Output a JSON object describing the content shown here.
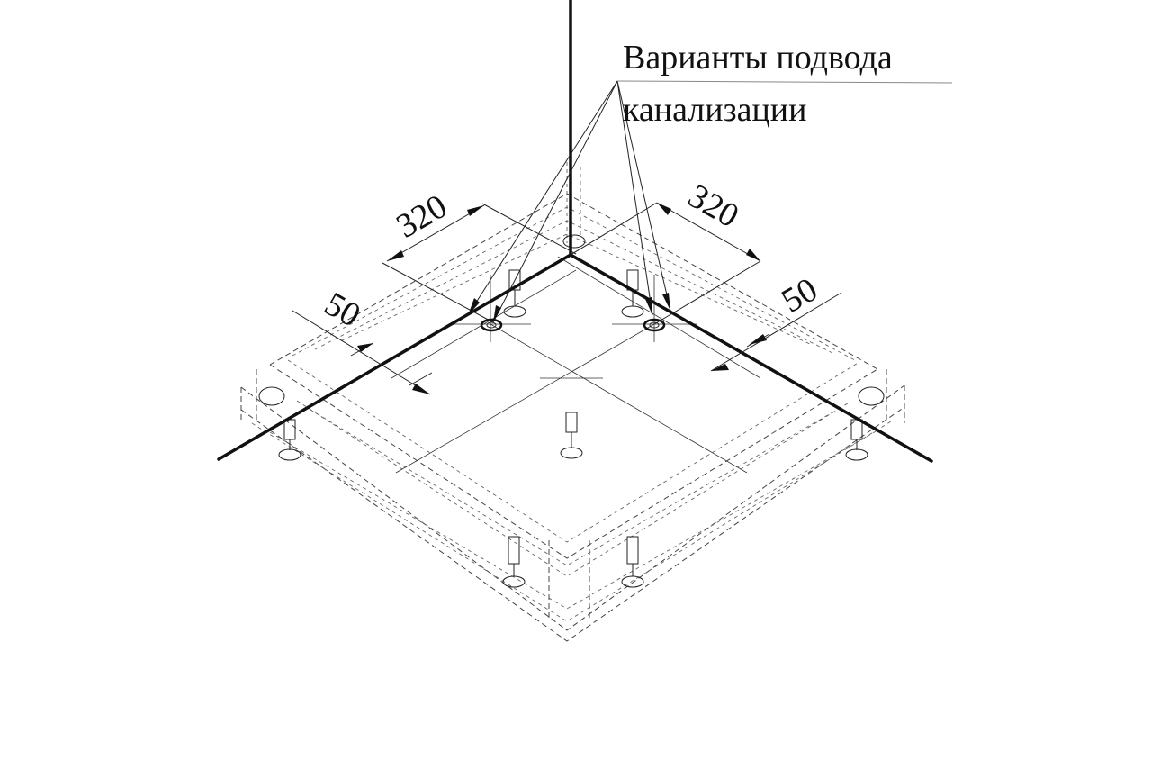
{
  "callout": {
    "line1": "Варианты подвода",
    "line2": "канализации"
  },
  "dimensions": {
    "left_offset": "320",
    "right_offset": "320",
    "left_edge": "50",
    "right_edge": "50"
  }
}
